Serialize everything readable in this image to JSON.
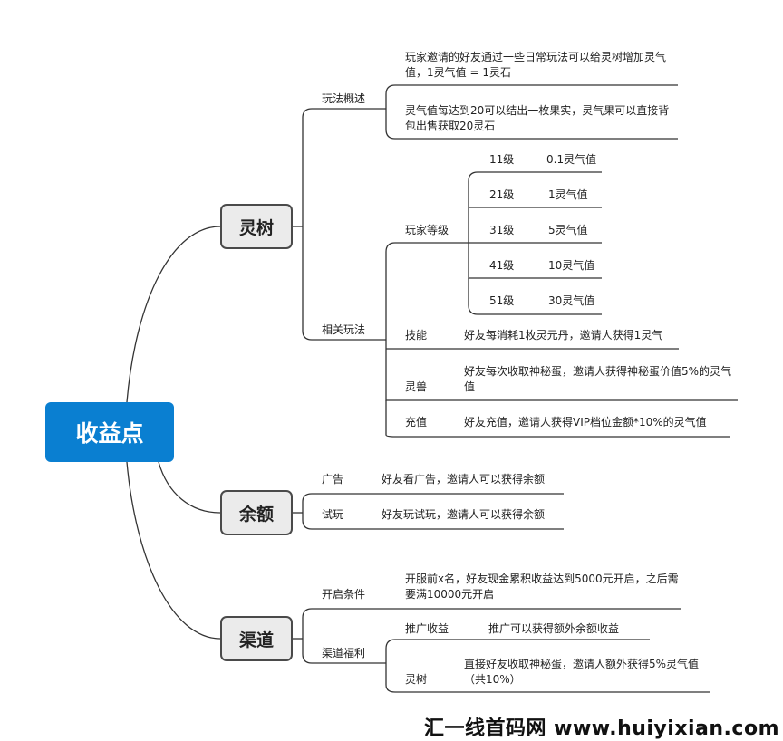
{
  "root": "收益点",
  "branches": {
    "lingshu": {
      "title": "灵树",
      "overview": {
        "label": "玩法概述",
        "item1": "玩家邀请的好友通过一些日常玩法可以给灵树增加灵气值，1灵气值 = 1灵石",
        "item2": "灵气值每达到20可以结出一枚果实，灵气果可以直接背包出售获取20灵石"
      },
      "related": {
        "label": "相关玩法",
        "level": {
          "label": "玩家等级",
          "rows": [
            {
              "level": "11级",
              "value": "0.1灵气值"
            },
            {
              "level": "21级",
              "value": "1灵气值"
            },
            {
              "level": "31级",
              "value": "5灵气值"
            },
            {
              "level": "41级",
              "value": "10灵气值"
            },
            {
              "level": "51级",
              "value": "30灵气值"
            }
          ]
        },
        "skill": {
          "label": "技能",
          "desc": "好友每消耗1枚灵元丹，邀请人获得1灵气"
        },
        "beast": {
          "label": "灵兽",
          "desc": "好友每次收取神秘蛋，邀请人获得神秘蛋价值5%的灵气值"
        },
        "recharge": {
          "label": "充值",
          "desc": "好友充值，邀请人获得VIP档位金额*10%的灵气值"
        }
      }
    },
    "yue": {
      "title": "余额",
      "ads": {
        "label": "广告",
        "desc": "好友看广告，邀请人可以获得余额"
      },
      "trial": {
        "label": "试玩",
        "desc": "好友玩试玩，邀请人可以获得余额"
      }
    },
    "qudao": {
      "title": "渠道",
      "open": {
        "label": "开启条件",
        "desc": "开服前x名，好友现金累积收益达到5000元开启，之后需要满10000元开启"
      },
      "welfare": {
        "label": "渠道福利",
        "promo": {
          "label": "推广收益",
          "desc": "推广可以获得额外余额收益"
        },
        "tree": {
          "label": "灵树",
          "desc": "直接好友收取神秘蛋，邀请人额外获得5%灵气值（共10%）"
        }
      }
    }
  },
  "watermark": "汇一线首码网 www.huiyixian.com",
  "colors": {
    "root": "#0a7fd1",
    "main_fill": "#ebebeb",
    "line": "#333333"
  }
}
